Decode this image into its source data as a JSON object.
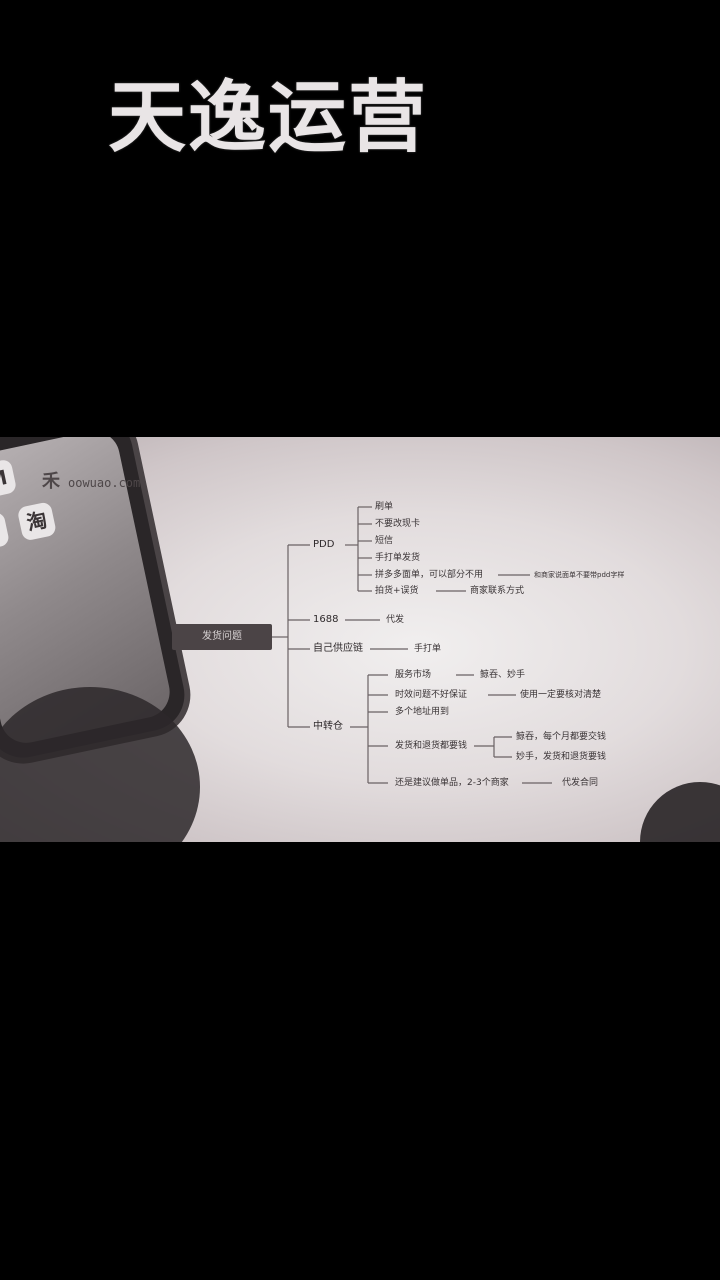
{
  "header": {
    "title": "天逸运营"
  },
  "photo": {
    "watermark": {
      "mark": "禾",
      "url": "oowuao.com"
    },
    "phone": {
      "icons": [
        "M",
        "A",
        "淘"
      ]
    },
    "mindmap": {
      "root": "发货问题",
      "pdd": {
        "label": "PDD",
        "items": [
          "刷单",
          "不要改现卡",
          "短信",
          "手打单发货",
          "拼多多面单，可以部分不用",
          "拍货+误货"
        ],
        "notes": {
          "mianDan": "和商家说面单不要带pdd字样",
          "paiHuo": "商家联系方式"
        }
      },
      "b1688": {
        "label": "1688",
        "note": "代发"
      },
      "selfSupply": {
        "label": "自己供应链",
        "note": "手打单"
      },
      "transfer": {
        "label": "中转仓",
        "items": [
          "服务市场",
          "时效问题不好保证",
          "多个地址用到",
          "发货和退货都要钱",
          "还是建议做单品，2-3个商家"
        ],
        "notes": {
          "market": "鲸吞、妙手",
          "timing": "使用一定要核对清楚",
          "fee1": "鲸吞，每个月都要交钱",
          "fee2": "妙手，发货和退货要钱",
          "single": "代发合同"
        }
      }
    }
  }
}
